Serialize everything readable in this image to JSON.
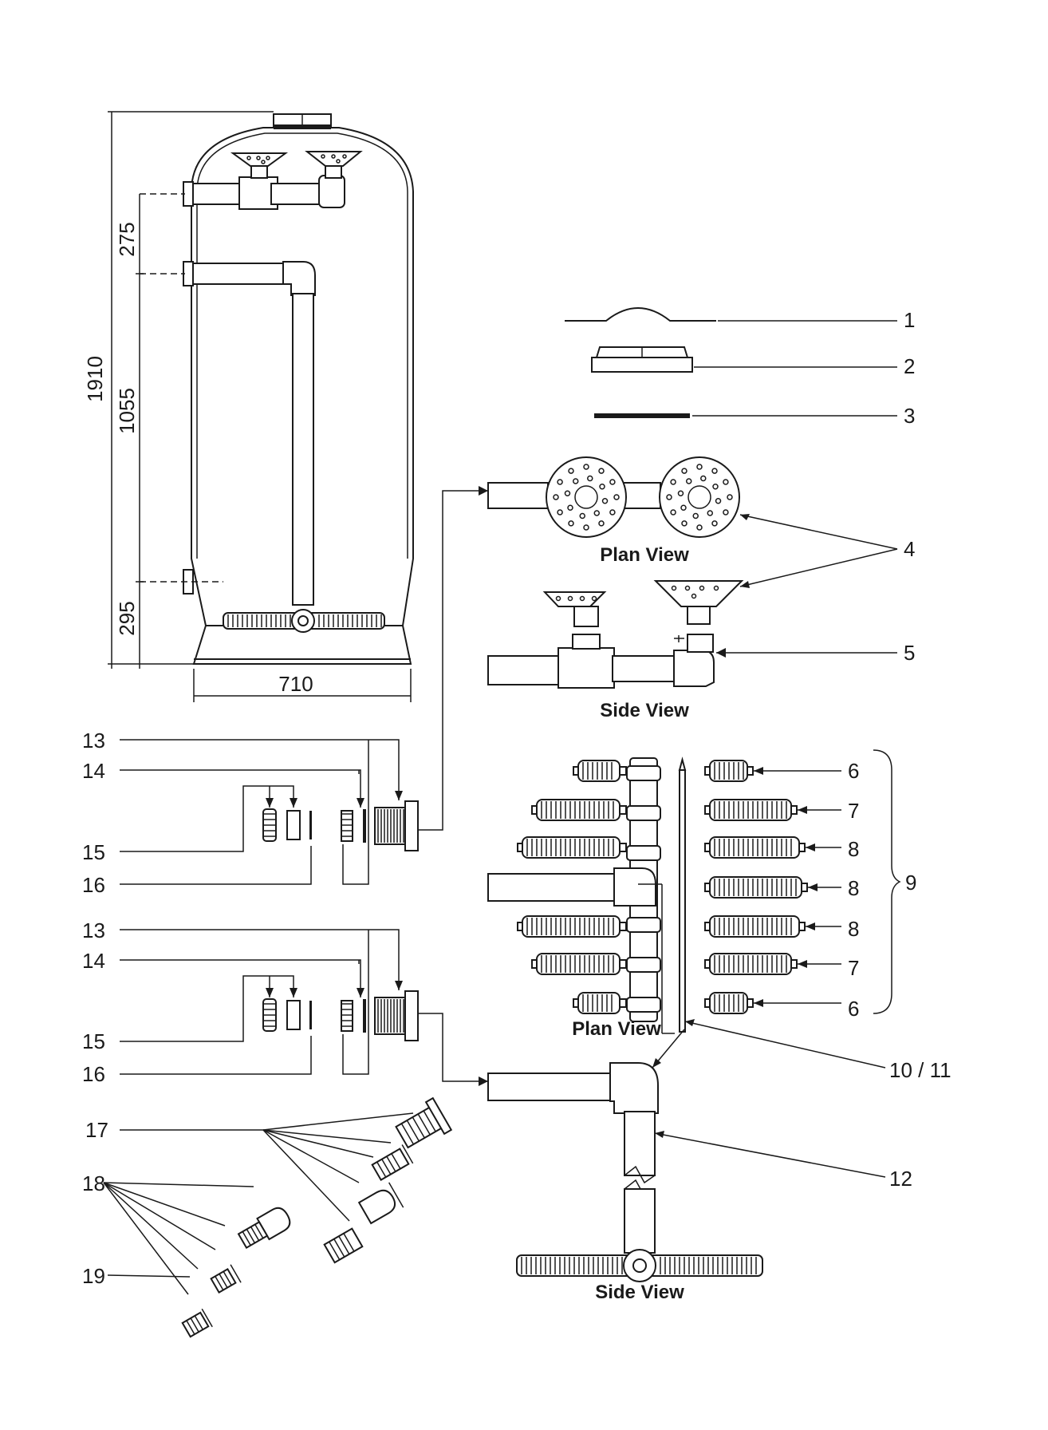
{
  "dimensions": {
    "total_height": "1910",
    "upper_spacing": "275",
    "middle_spacing": "1055",
    "lower_spacing": "295",
    "width": "710"
  },
  "captions": {
    "distributor_plan": "Plan View",
    "distributor_side": "Side View",
    "lateral_plan": "Plan View",
    "lateral_side": "Side View"
  },
  "callouts": {
    "c1": "1",
    "c2": "2",
    "c3": "3",
    "c4": "4",
    "c5": "5",
    "c6a": "6",
    "c7a": "7",
    "c8a": "8",
    "c8b": "8",
    "c8c": "8",
    "c7b": "7",
    "c6b": "6",
    "c9": "9",
    "c10_11": "10 / 11",
    "c12": "12",
    "c13a": "13",
    "c14a": "14",
    "c15a": "15",
    "c16a": "16",
    "c13b": "13",
    "c14b": "14",
    "c15b": "15",
    "c16b": "16",
    "c17": "17",
    "c18": "18",
    "c19": "19"
  }
}
